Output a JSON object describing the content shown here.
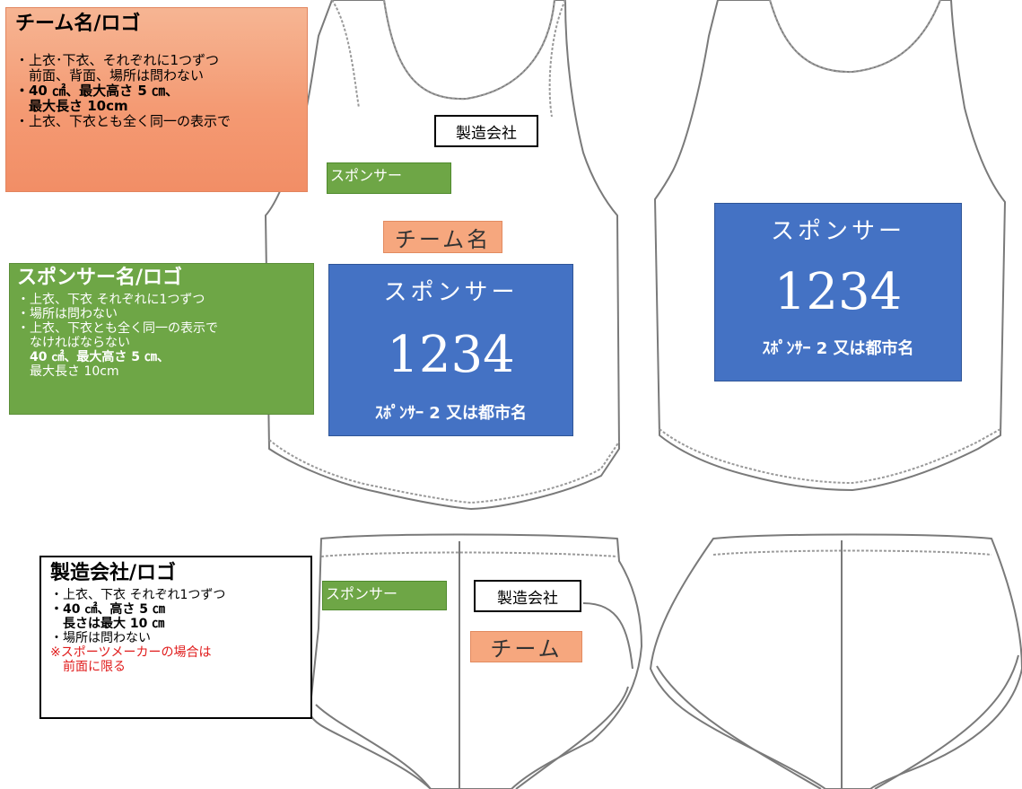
{
  "callouts": {
    "team": {
      "title": "チーム名/ロゴ",
      "lines": [
        "・上衣･下衣、それぞれに1つずつ",
        "　前面、背面、場所は問わない",
        "・40 ㎠、最大高さ 5 ㎝、",
        "　最大長さ 10cm",
        "・上衣、下衣とも全く同一の表示で"
      ]
    },
    "sponsor": {
      "title": "スポンサー名/ロゴ",
      "lines": [
        "・上衣、下衣 それぞれに1つずつ",
        "・場所は問わない",
        "・上衣、下衣とも全く同一の表示で",
        "　なければならない",
        "　40 ㎠、最大高さ 5 ㎝、",
        "　最大長さ 10cm"
      ]
    },
    "maker": {
      "title": "製造会社/ロゴ",
      "lines": [
        "・上衣、下衣 それぞれ1つずつ",
        "・40 ㎠、高さ 5 ㎝",
        "　長さは最大 10 ㎝",
        "・場所は問わない"
      ],
      "note_lines": [
        "※スポーツメーカーの場合は",
        "　前面に限る"
      ]
    }
  },
  "garments": {
    "top_front": {
      "maker_label": "製造会社",
      "sponsor_label": "スポンサー",
      "team_label": "チーム名",
      "bib": {
        "sponsor": "スポンサー",
        "number": "1234",
        "sub": "ｽﾎﾟﾝｻｰ 2 又は都市名"
      }
    },
    "top_back": {
      "bib": {
        "sponsor": "スポンサー",
        "number": "1234",
        "sub": "ｽﾎﾟﾝｻｰ 2 又は都市名"
      }
    },
    "shorts_front": {
      "sponsor_label": "スポンサー",
      "maker_label": "製造会社",
      "team_label": "チーム"
    }
  },
  "colors": {
    "team_orange": "#f49a73",
    "sponsor_green": "#6ea646",
    "bib_blue": "#4472c4",
    "note_red": "#e01b1b"
  }
}
